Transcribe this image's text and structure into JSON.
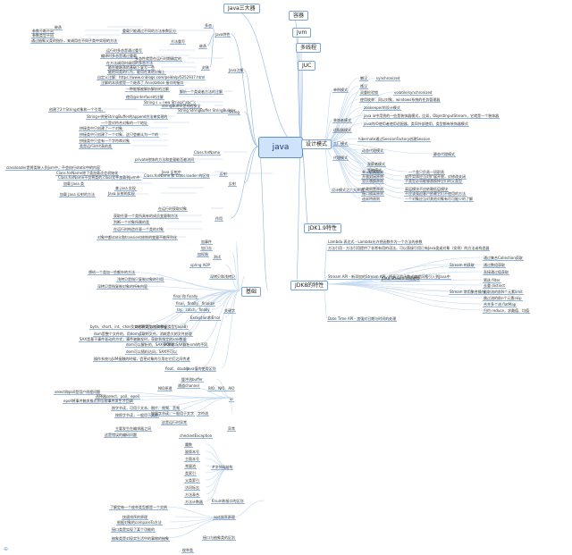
{
  "root": "java",
  "top_nodes": {
    "java_sandajia": "Java三大器",
    "rongqi": "容器",
    "jvm": "Jvm",
    "duoxiancheng": "多线程",
    "juc": "JUC",
    "sheji_moshi": "设计模式",
    "jdk19": "JDK1.9特性",
    "jdk18": "JDK8的特性",
    "jichu": "基础"
  },
  "left_labels": {
    "duotai": "多态",
    "java_texing": "java特性",
    "jicheng": "继承",
    "fengzhuang": "封装",
    "zhujie": "Java注解",
    "string": "String",
    "fanshe": "反射",
    "zuoyong": "作用",
    "ceshi": "测试",
    "jibie": "基础",
    "guanjianzi": "关键字",
    "io": "io",
    "nio_bio": "BIO、NIO、AIO",
    "zijie_zifu": "字节流",
    "yichang": "异常",
    "fanxing": "#字节码结构",
    "enum_lei": "枚举类",
    "jdk_serial": "sort排序原理",
    "jiekou": "接口与抽象类的区别"
  },
  "left_items": [
    "继承",
    "参数不断不同",
    "参数类型不同",
    "通过抽象父类的指针，来调用在不同子类中实现的方法",
    "重载只能通过不同的方法参数区分",
    "方法重写",
    "运行时多态是通过重写",
    "编译时多态是通过重载",
    "多态性就是在运行时期确定的",
    "在方法调用时调用的多态方法",
    "能在被继承的基础上复写一些",
    "能把同类的行为，能用在其他对象上",
    "自定义注解：https://www.cnblogs.com/peida/p/5252937.html",
    "注解的本质就是一个继承了 Annotation 接口的接口",
    "一种能够被解析解析的注解",
    "解析一个类或者方法的注解",
    "使用@interface的注解",
    "String s = new String(\"abc\");",
    "stringBuffer是线程安全",
    "创建了2个String对象和一个引用。",
    "String StringBuffer StringBuilder",
    "String+拼接StringBuffer的append方法来实现的",
    "一个是对符合对象的一个地址",
    "拼接类中只创建了一个对象",
    "拼接类中只创建了一个对象，这只会被认为一个的",
    "拼接类中只会有一个字符串对象",
    "类是运行时代表的类",
    "Class.forName",
    "private修饰的方法和变量能否被访问",
    "反射",
    "Java 反射中",
    "Class.forName 和 Class.loader 的区别",
    "classloader是将类装入到jvm中，不会执行static中的内容",
    "Class.forName除了类加载还会初始化",
    "Class.forName不仅将类的.class文件加载到jvm中",
    "加载 Java 类",
    "拿 java 实现",
    "加载 Java 反射的方法",
    "Java 反射的实现",
    "在运行时获取对象",
    "获取任意一个类所具有的成员变量和方法",
    "判断一个对象所属的类",
    "在运行时构造任意一个类的对象",
    "对象中都static和transient修饰的变量不能序列化"
  ],
  "base_items": [
    "加事件",
    "加日志",
    "加权限",
    "spring AOP",
    "想给一个类加一些额外的方法",
    "深拷贝和浅拷贝",
    "浅拷贝是指只复制对象的引用",
    "深拷贝是指复制对象的所有内容",
    "final 和 finally",
    "final、finally、finalize",
    "try、catch、finally",
    "Exception和Error",
    "byte、short、int、char及其包装类型的String",
    "switch可以对的数据类型(java8)",
    "dom是整个文件的，用dom读取的文件，消耗是大的文件处理",
    "SAX是基于事件驱动的方式，事件被触发时，获取到指定的xml数据",
    "dom可以解析的，SAX不可以",
    "DOM和SAX解析xml的不同",
    "dom可以随机访问，SAX不可以",
    "操作系统与JVM接触的时候，会把对象的引用在它们之间传递",
    "float、double",
    "Java值的使用区别"
  ],
  "io_items": [
    "缓冲流buffer",
    "通道channel",
    "NIO原理",
    "select和poll是用户线程问题",
    "选择器select、poll、epoll",
    "epoll将事件触发推迟到当前事件发生才回调",
    "按字节读，可用于文本、图片、视频、音频",
    "按照字节读，一般用于文字",
    "按照字节读，一般用于文件",
    "字符流"
  ],
  "exception_items": [
    "这是运行时异常",
    "checkedException",
    "主要发生在编译器之间",
    "这是错误的编码问题"
  ],
  "bytecode_items": [
    "魔数",
    "副版本号",
    "主版本号",
    "常量池",
    "类索引",
    "父类索引",
    "访问标志",
    "方法表合",
    "方法计数器"
  ],
  "enum_items": [
    "了解定每一个枚举类型都是一个实例",
    "Enum和接口的区别",
    "快速排序的原理",
    "根据对象的compareTo方法",
    "接口类是实现了某个功能的",
    "抽象类是对现实生活中的事物的抽象"
  ],
  "right_items": [
    "懒汉",
    "synchronized",
    "饿汉",
    "双重检验锁",
    "volatile/synchronized",
    "使用枚举：同以对象，windows系统的任务管理器",
    "单例模式",
    "zookeeper的设计模式",
    "装饰者模式",
    "java io中用到的一些是装饰器模式，比如，ObjectInputStream，它就是一个装饰器",
    "适配器模式",
    "java的IO使用者使用适配器，类同外部使用，类型都有装饰器模式",
    "工厂模式",
    "hibernate通过SessionFactory创建Session",
    "代理模式",
    "动态代理模式",
    "静态代理模式",
    "观察者模式",
    "策略模式",
    "单一职责原则",
    "一个类只负责一项职责",
    "开放封闭原则",
    "软件实体应当对扩展开放，对修改关闭",
    "里氏替换原则",
    "子类型必须能够替换掉它们的父类型",
    "依赖倒置原则",
    "高层模块不应依赖低层模块",
    "接口隔离原则",
    "不应该强迫客户依赖它们不使用的方法",
    "迪米特原则",
    "一个对象应当对其他对象有尽可能少的了解",
    "设计模式之六大原则"
  ],
  "jdk8_items": [
    "Lambda 表达式 - Lambda允许把函数作为一个方法的参数",
    "方法引用 - 方法引用提供了非常有用的语法，可以直接引用已有Java类或对象（实例）的方法或构造器",
    "Stream API - 新添加的Stream API，把真正的函数式编程风格引入到Java中",
    "JDK8 Stream 详细使用",
    "Stream 的获取",
    "通过集合Collection获取",
    "通过数组获取",
    "直接通过值获取",
    "Stream 常用聚合操作",
    "筛选 filter",
    "去重 distinct",
    "截取流的前N个元素limit",
    "跳过流的前n个元素skip",
    "合并多个流 flatMap",
    "归约 reduce，求最值、均值",
    "Date Time API - 加强对日期与时间的处理"
  ],
  "icon": "plus-circle-icon"
}
